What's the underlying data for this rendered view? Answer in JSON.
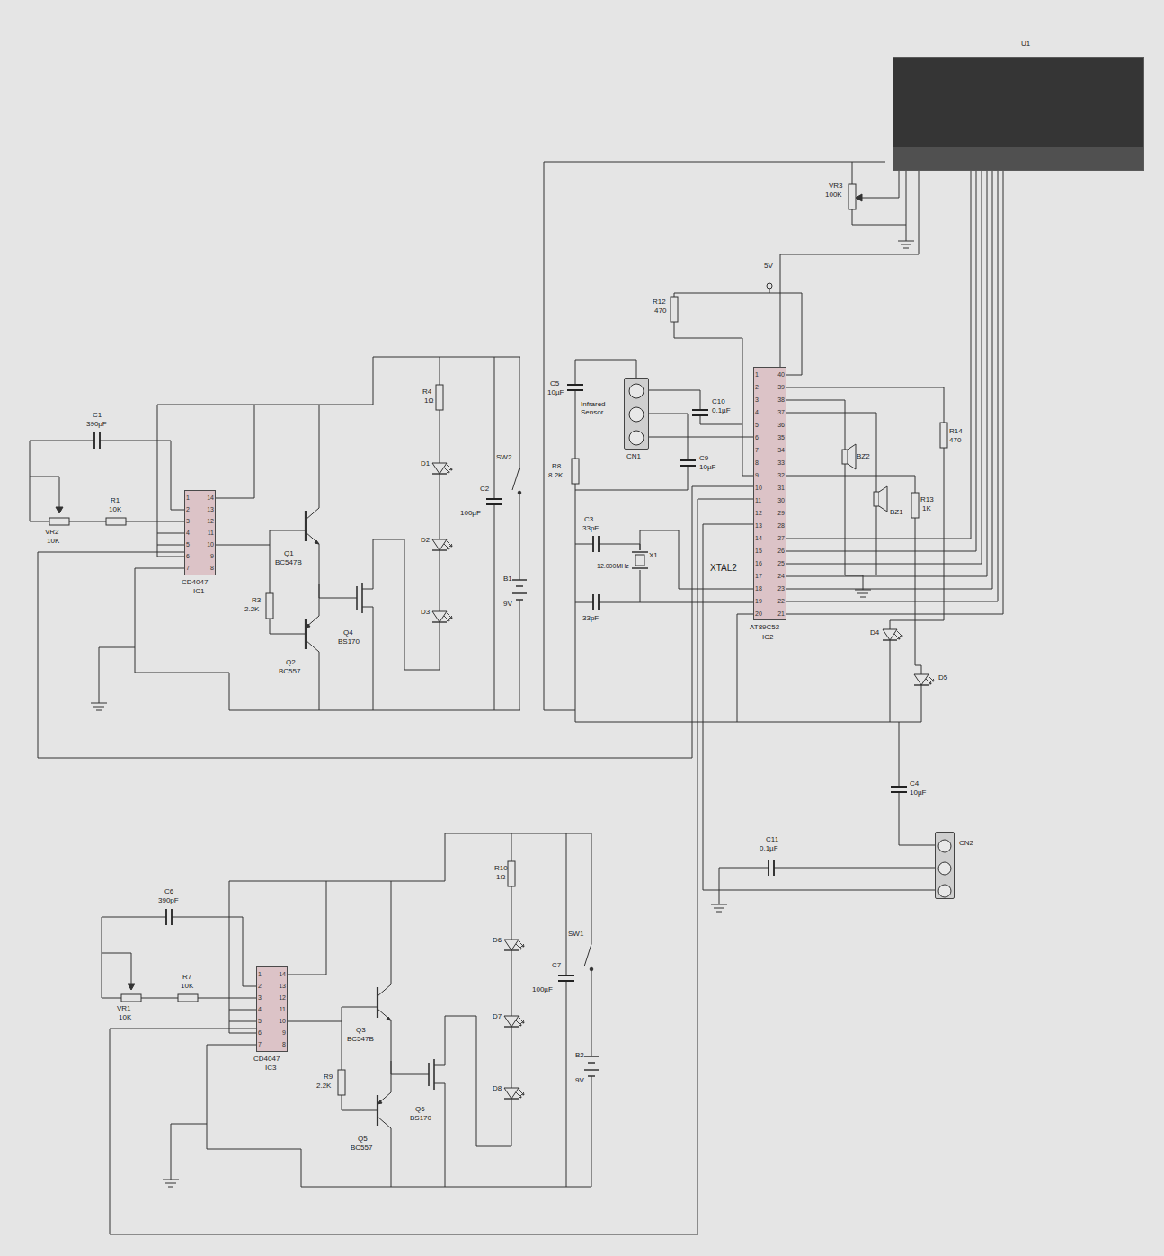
{
  "diagram": {
    "nodes": [
      {
        "text": [
          "U1"
        ]
      },
      {
        "text": [
          "CN1"
        ]
      },
      {
        "text": [
          "AT89C52",
          "IC2"
        ]
      },
      {
        "text": [
          "CD4047",
          "IC1"
        ]
      },
      {
        "text": [
          "CN2"
        ]
      },
      {
        "text": [
          "CD4047",
          "IC3"
        ]
      }
    ],
    "edges": [
      {
        "from": 2,
        "to": 0,
        "arrow": "none"
      },
      {
        "from": 1,
        "to": 2,
        "arrow": "none"
      },
      {
        "from": 4,
        "to": 2,
        "arrow": "none"
      },
      {
        "from": 3,
        "to": 2,
        "arrow": "none"
      },
      {
        "from": 5,
        "to": 2,
        "arrow": "none"
      }
    ],
    "labels": [
      "C1",
      "390pF",
      "R1",
      "10K",
      "VR2",
      "10K",
      "Q1",
      "BC547B",
      "R3",
      "2.2K",
      "Q2",
      "BC557",
      "Q4",
      "BS170",
      "R4",
      "1Ω",
      "D1",
      "D2",
      "D3",
      "C2",
      "100µF",
      "SW2",
      "B1",
      "9V",
      "C6",
      "390pF",
      "R7",
      "10K",
      "VR1",
      "10K",
      "Q3",
      "BC547B",
      "R9",
      "2.2K",
      "Q5",
      "BC557",
      "Q6",
      "BS170",
      "R10",
      "1Ω",
      "D6",
      "D7",
      "D8",
      "C7",
      "100µF",
      "SW1",
      "B2",
      "9V",
      "VR3",
      "100K",
      "5V",
      "R12",
      "470",
      "C5",
      "10µF",
      "Infrared Sensor",
      "C10",
      "0.1µF",
      "C9",
      "10µF",
      "R8",
      "8.2K",
      "C3",
      "33pF",
      "X1",
      "12.000MHz",
      "33pF",
      "XTAL2",
      "BZ2",
      "R14",
      "470",
      "BZ1",
      "R13",
      "1K",
      "D4",
      "D5",
      "C4",
      "10µF",
      "C11",
      "0.1µF",
      "1",
      "2",
      "3",
      "4",
      "5",
      "6",
      "7",
      "8",
      "9",
      "10",
      "11",
      "12",
      "13",
      "14",
      "1",
      "2",
      "3",
      "4",
      "5",
      "6",
      "7",
      "8",
      "9",
      "10",
      "11",
      "12",
      "13",
      "14",
      "1",
      "2",
      "3",
      "4",
      "5",
      "6",
      "7",
      "8",
      "9",
      "10",
      "11",
      "12",
      "13",
      "14",
      "15",
      "16",
      "17",
      "18",
      "19",
      "20",
      "21",
      "22",
      "23",
      "24",
      "25",
      "26",
      "27",
      "28",
      "29",
      "30",
      "31",
      "32",
      "33",
      "34",
      "35",
      "36",
      "37",
      "38",
      "39",
      "40"
    ]
  }
}
